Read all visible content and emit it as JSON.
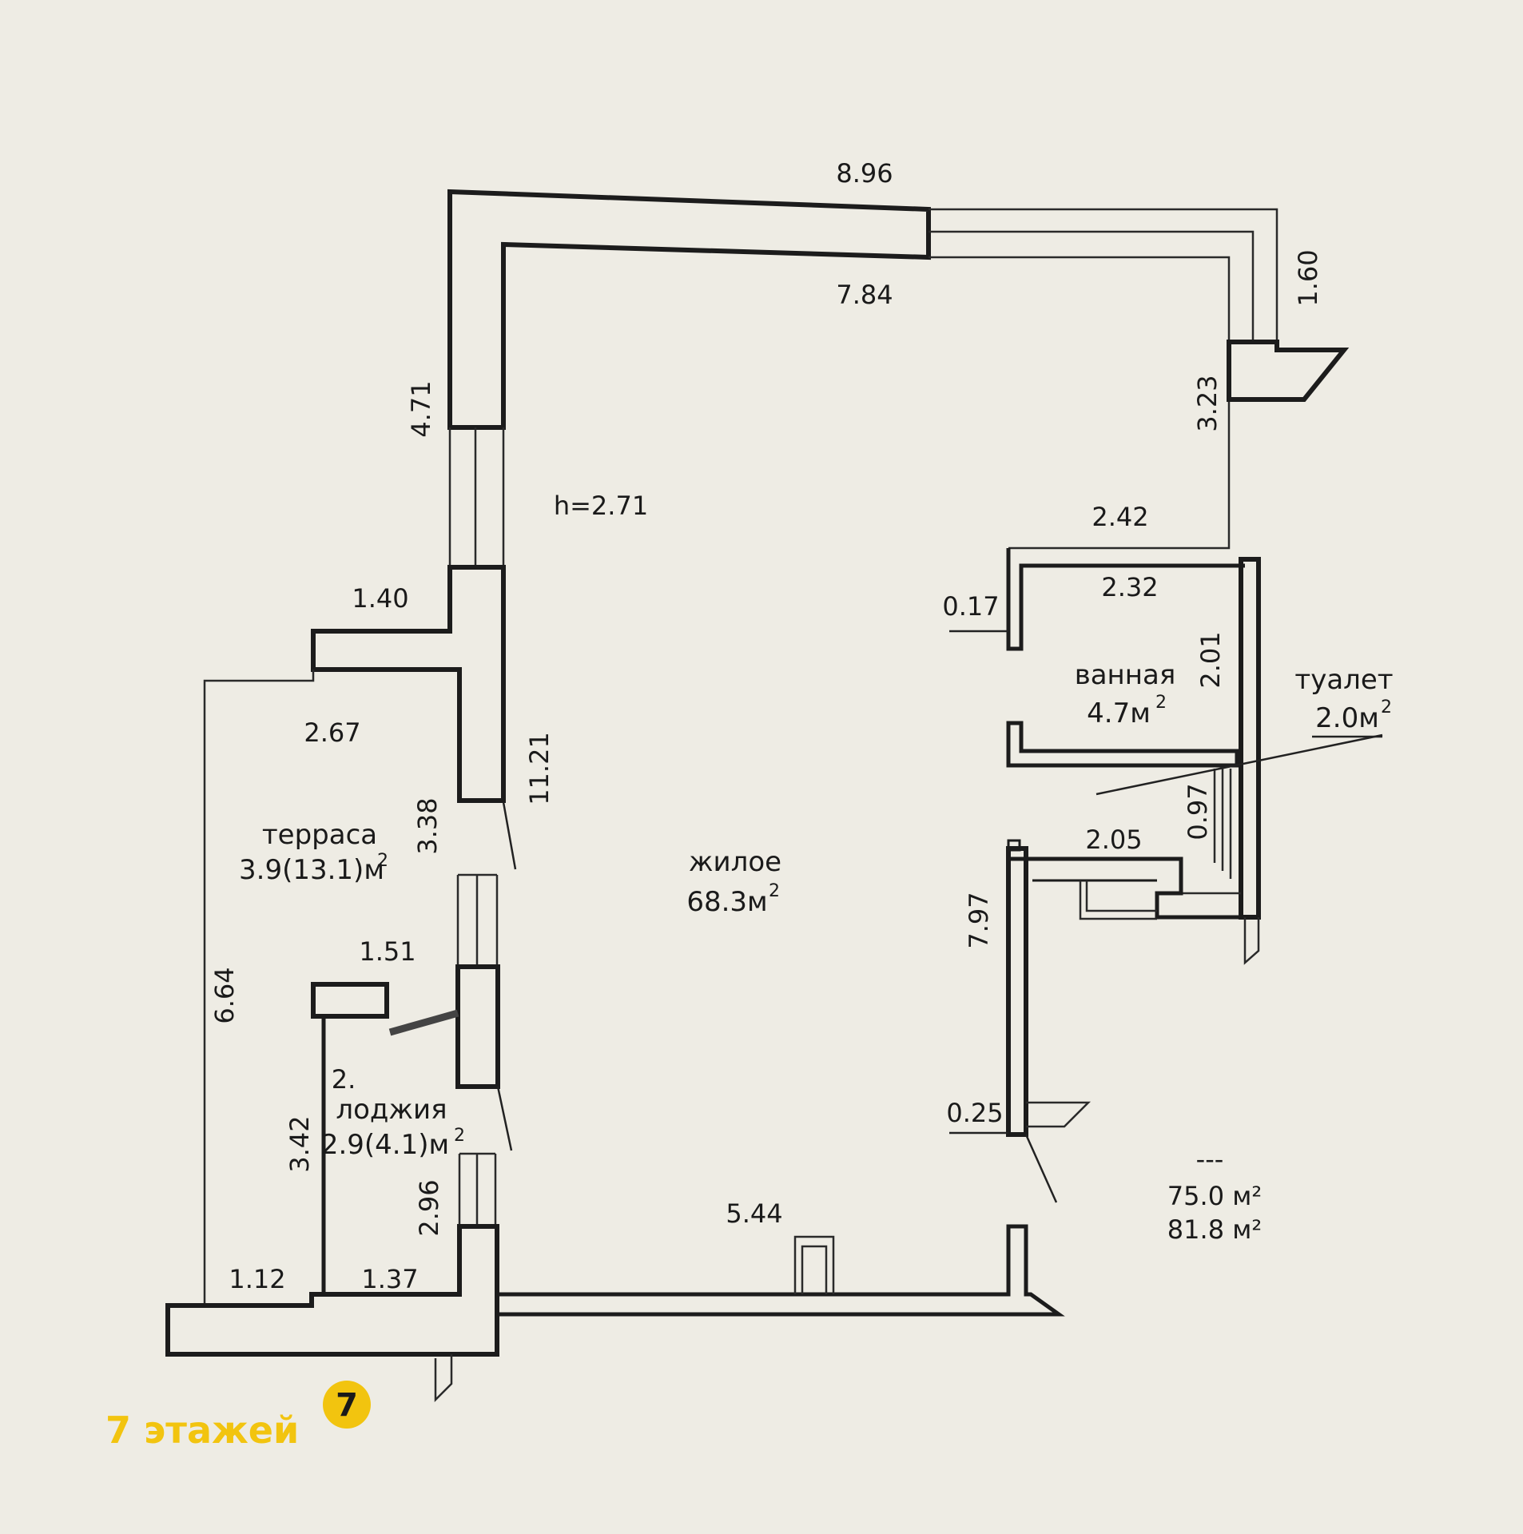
{
  "dimensions": {
    "top_outer": "8.96",
    "top_inner": "7.84",
    "right_top": "1.60",
    "right_mid": "3.23",
    "left_top": "4.71",
    "height": "h=2.71",
    "bath_top_outer": "2.42",
    "bath_top_inner": "2.32",
    "bath_wall": "0.17",
    "bath_height": "2.01",
    "ledge_width": "1.40",
    "terrace_width": "2.67",
    "living_length": "11.21",
    "terrace_side": "3.38",
    "toilet_depth": "0.97",
    "toilet_width": "2.05",
    "right_lower": "7.97",
    "loggia_width": "1.51",
    "terrace_length": "6.64",
    "loggia_length": "3.42",
    "wall_thickness": "0.25",
    "loggia_door": "2.96",
    "bottom_width": "5.44",
    "bottom_left_1": "1.12",
    "bottom_left_2": "1.37",
    "loggia_mark": "2."
  },
  "rooms": {
    "terrace_name": "терраса",
    "terrace_area": "3.9(13.1)м",
    "terrace_sup": "2",
    "living_name": "жилое",
    "living_area": "68.3м",
    "living_sup": "2",
    "bath_name": "ванная",
    "bath_area": "4.7м",
    "bath_sup": "2",
    "toilet_name": "туалет",
    "toilet_area": "2.0м",
    "toilet_sup": "2",
    "loggia_name": "лоджия",
    "loggia_area": "2.9(4.1)м",
    "loggia_sup": "2"
  },
  "totals": {
    "line": "---",
    "area_1": "75.0 м²",
    "area_2": "81.8 м²"
  },
  "watermark": {
    "text": "7 этажей",
    "badge": "7"
  },
  "colors": {
    "paper": "#eeece4",
    "ink": "#1c1c1c",
    "logo": "#f2c40f"
  }
}
